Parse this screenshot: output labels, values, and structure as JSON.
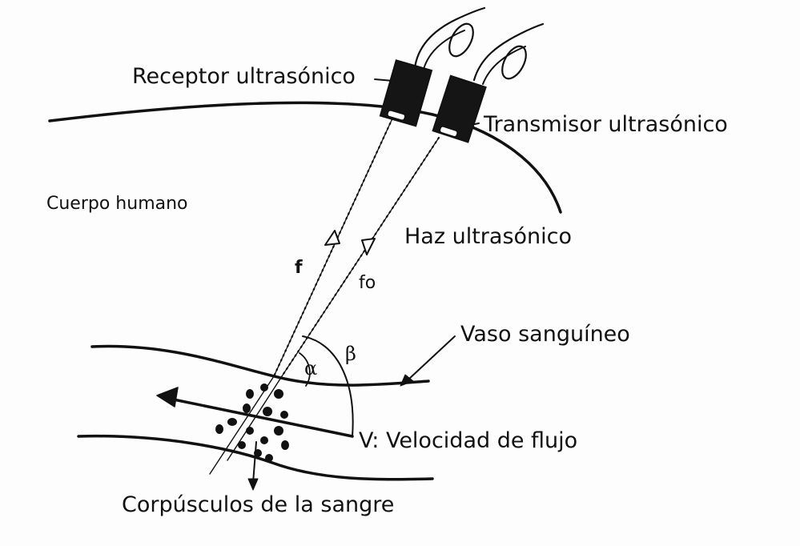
{
  "labels": {
    "receptor": "Receptor ultrasónico",
    "transmisor": "Transmisor ultrasónico",
    "cuerpo": "Cuerpo humano",
    "haz": "Haz ultrasónico",
    "f": "f",
    "fo": "fo",
    "vaso": "Vaso sanguíneo",
    "alpha": "α",
    "beta": "β",
    "velocidad": "V: Velocidad de flujo",
    "corpusculos": "Corpúsculos de la sangre"
  },
  "colors": {
    "ink": "#111111",
    "paper": "#fdfdfd"
  }
}
